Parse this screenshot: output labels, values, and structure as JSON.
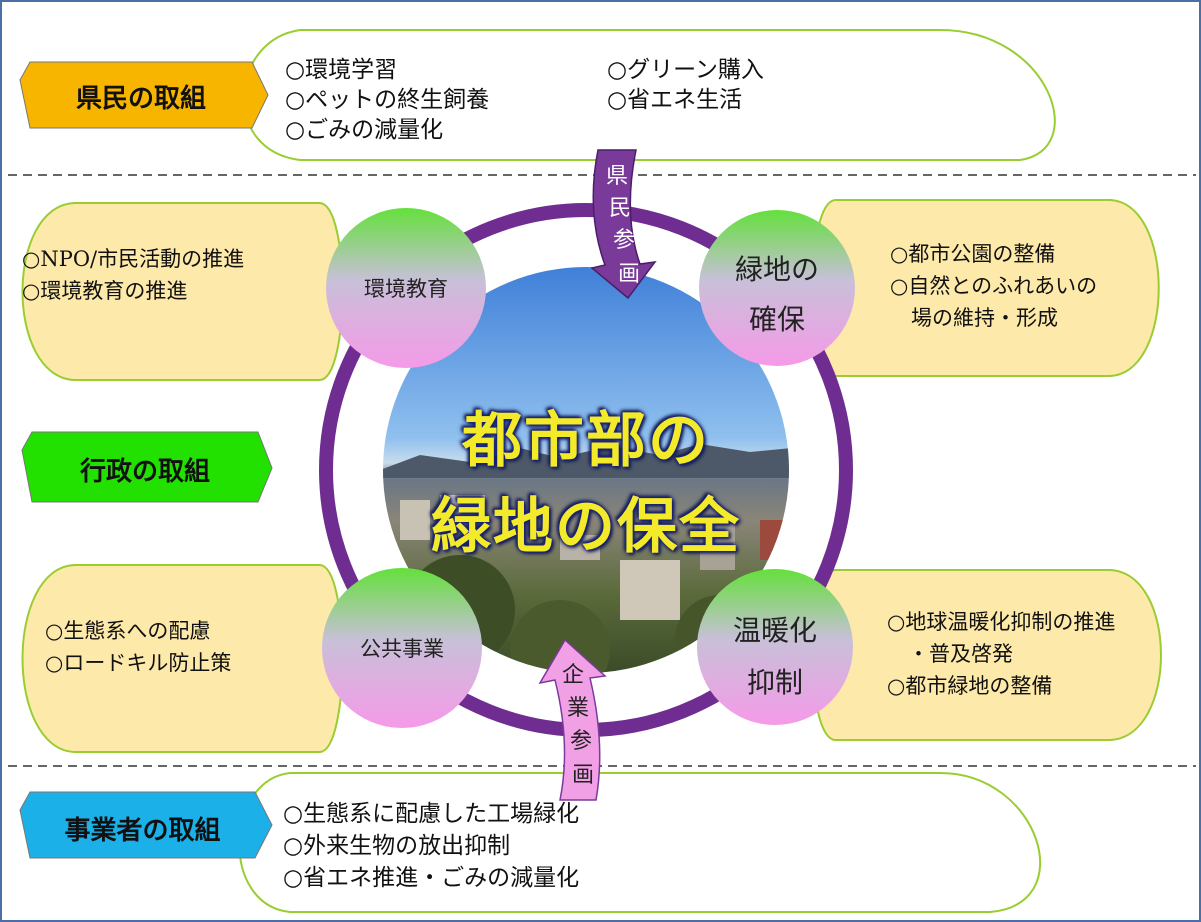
{
  "residents": {
    "title": "県民の取組",
    "items": [
      "○環境学習",
      "○ペットの終生飼養",
      "○ごみの減量化",
      "○グリーン購入",
      "○省エネ生活"
    ]
  },
  "government": {
    "title": "行政の取組"
  },
  "business": {
    "title": "事業者の取組",
    "items": [
      "○生態系に配慮した工場緑化",
      "○外来生物の放出抑制",
      "○省エネ推進・ごみの減量化"
    ]
  },
  "center": {
    "line1": "都市部の",
    "line2": "緑地の保全"
  },
  "nodes": {
    "education": {
      "label": "環境教育",
      "items": [
        "○NPO/市民活動の推進",
        "○環境教育の推進"
      ]
    },
    "green": {
      "line1": "緑地の",
      "line2": "確保",
      "items": [
        "○都市公園の整備",
        "○自然とのふれあいの",
        "　場の維持・形成"
      ]
    },
    "public": {
      "label": "公共事業",
      "items": [
        "○生態系への配慮",
        "○ロードキル防止策"
      ]
    },
    "warming": {
      "line1": "温暖化",
      "line2": "抑制",
      "items": [
        "○地球温暖化抑制の推進",
        "　・普及啓発",
        "○都市緑地の整備"
      ]
    }
  },
  "arrows": {
    "resident": [
      "県",
      "民",
      "参",
      "画"
    ],
    "company": [
      "企",
      "業",
      "参",
      "画"
    ]
  },
  "colors": {
    "border": "#4a6fa5",
    "residents_ribbon": "#f7b500",
    "government_ribbon": "#22e000",
    "business_ribbon": "#1cb0e8",
    "ring": "#6f2d91",
    "callout_fill": "#fde9a9",
    "callout_stroke": "#9acd32",
    "node_top": "#7ee060",
    "node_bottom": "#f0a0e8",
    "resident_arrow": "#7a3a9a",
    "company_arrow": "#f2a0e6"
  }
}
